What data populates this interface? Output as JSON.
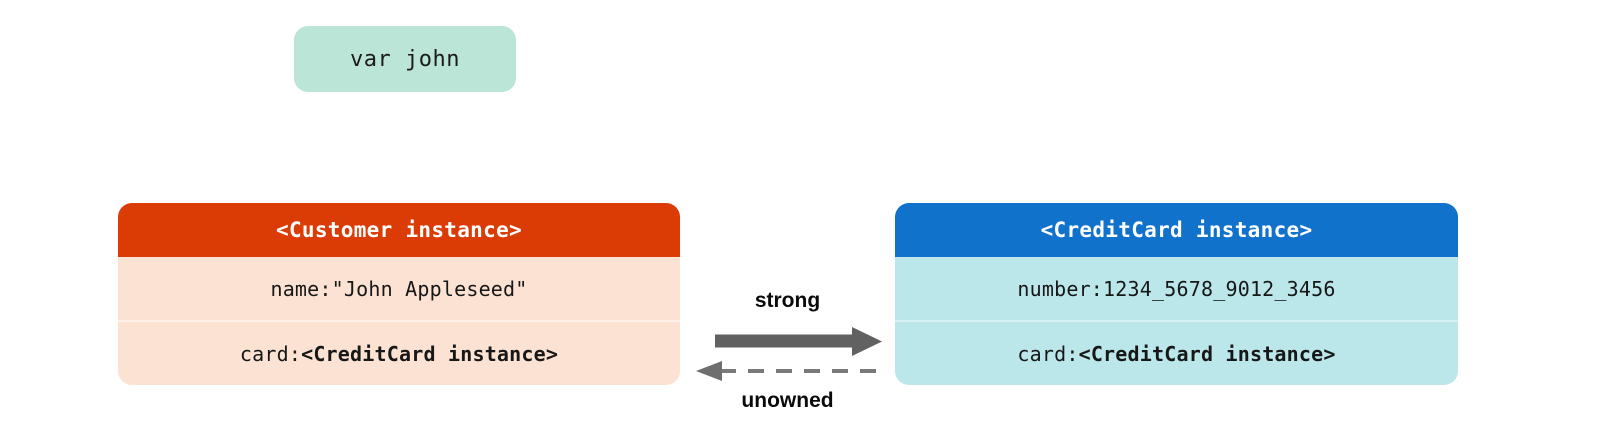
{
  "diagram": {
    "title_context": "Swift ARC unowned reference diagram",
    "variable_pill": {
      "label": "var john",
      "color": "#bbe5d6"
    },
    "boxes": [
      {
        "id": "customer",
        "header": "<Customer instance>",
        "header_color": "#db3c06",
        "body_color": "#fbe2d2",
        "rows": [
          {
            "key": "name: ",
            "value": "\"John Appleseed\"",
            "value_bold": false
          },
          {
            "key": "card: ",
            "value": "<CreditCard instance>",
            "value_bold": true
          }
        ]
      },
      {
        "id": "creditcard",
        "header": "<CreditCard instance>",
        "header_color": "#1072ca",
        "body_color": "#bbe6ea",
        "rows": [
          {
            "key": "number: ",
            "value": "1234_5678_9012_3456",
            "value_bold": false
          },
          {
            "key": "card: ",
            "value": "<CreditCard instance>",
            "value_bold": true
          }
        ]
      }
    ],
    "edges": [
      {
        "id": "strong-edge",
        "label": "strong",
        "style": "solid",
        "direction": "right",
        "color": "#616161"
      },
      {
        "id": "unowned-edge",
        "label": "unowned",
        "style": "dashed",
        "direction": "left",
        "color": "#7a7a7a"
      }
    ]
  }
}
